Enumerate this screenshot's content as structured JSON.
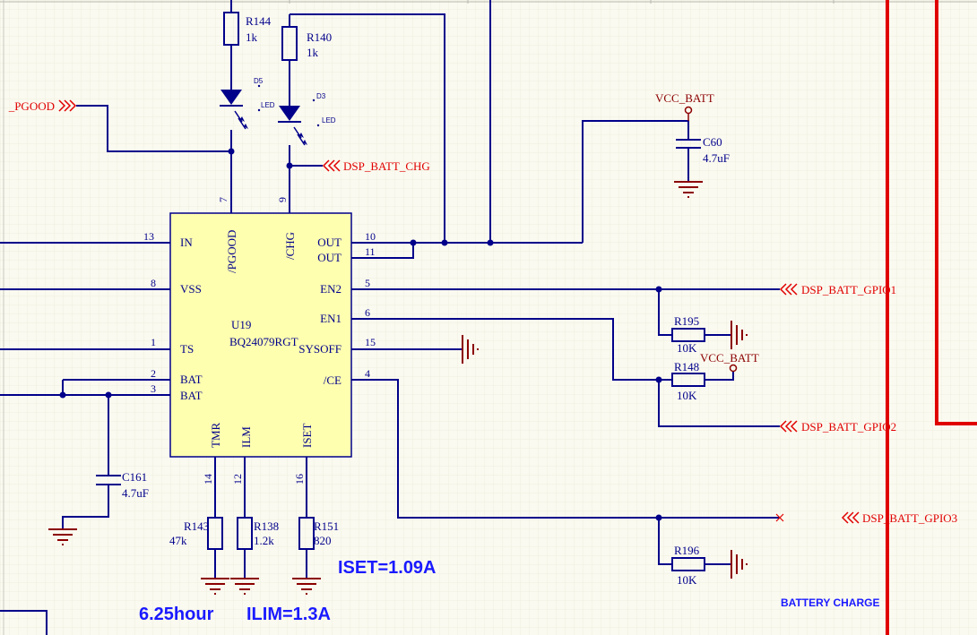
{
  "ic": {
    "ref": "U19",
    "part": "BQ24079RGT",
    "pins": [
      {
        "name": "IN",
        "num": "13"
      },
      {
        "name": "VSS",
        "num": "8"
      },
      {
        "name": "TS",
        "num": "1"
      },
      {
        "name": "BAT",
        "num": "2"
      },
      {
        "name": "BAT",
        "num": "3"
      },
      {
        "name": "OUT",
        "num": "10"
      },
      {
        "name": "OUT",
        "num": "11"
      },
      {
        "name": "EN2",
        "num": "5"
      },
      {
        "name": "EN1",
        "num": "6"
      },
      {
        "name": "SYSOFF",
        "num": "15"
      },
      {
        "name": "/CE",
        "num": "4"
      },
      {
        "name": "/PGOOD",
        "num": "7"
      },
      {
        "name": "/CHG",
        "num": "9"
      },
      {
        "name": "TMR",
        "num": "14"
      },
      {
        "name": "ILM",
        "num": "12"
      },
      {
        "name": "ISET",
        "num": "16"
      }
    ]
  },
  "resistors": [
    {
      "ref": "R144",
      "value": "1k"
    },
    {
      "ref": "R140",
      "value": "1k"
    },
    {
      "ref": "R195",
      "value": "10K"
    },
    {
      "ref": "R148",
      "value": "10K"
    },
    {
      "ref": "R196",
      "value": "10K"
    },
    {
      "ref": "R143",
      "value": "47k"
    },
    {
      "ref": "R138",
      "value": "1.2k"
    },
    {
      "ref": "R151",
      "value": "820"
    }
  ],
  "capacitors": [
    {
      "ref": "C60",
      "value": "4.7uF"
    },
    {
      "ref": "C161",
      "value": "4.7uF"
    }
  ],
  "leds": [
    {
      "ref": "D5",
      "type": "LED"
    },
    {
      "ref": "D3",
      "type": "LED"
    }
  ],
  "power_ports": [
    "VCC_BATT",
    "VCC_BATT"
  ],
  "net_labels": [
    "_PGOOD",
    "DSP_BATT_CHG",
    "DSP_BATT_GPIO1",
    "DSP_BATT_GPIO2",
    "DSP_BATT_GPIO3"
  ],
  "notes": {
    "iset": "ISET=1.09A",
    "ilim": "ILIM=1.3A",
    "time": "6.25hour"
  },
  "title": "BATTERY CHARGE",
  "colors": {
    "wire": "#00008b",
    "net_label": "#e00000",
    "power": "#8b0000",
    "note": "#1a1aff",
    "background": "#fbfaf0"
  }
}
